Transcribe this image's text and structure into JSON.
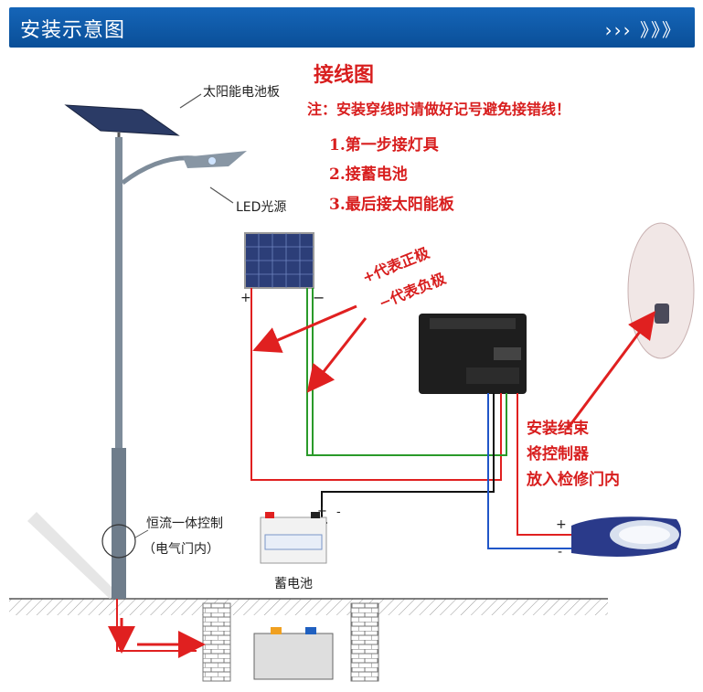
{
  "header": {
    "title": "安装示意图",
    "arrows": "›››  》》》"
  },
  "labels": {
    "solar_panel": "太阳能电池板",
    "led_source": "LED光源",
    "controller_inside": "恒流一体控制",
    "controller_loc": "（电气门内）",
    "battery": "蓄电池",
    "panel_plus": "+",
    "panel_minus": "−",
    "bat_plus": "+",
    "bat_minus": "-",
    "lamp_plus": "+",
    "lamp_minus": "-"
  },
  "wiring": {
    "title": "接线图",
    "note": "注：安装穿线时请做好记号避免接错线！",
    "steps": [
      "1.第一步接灯具",
      "2.接蓄电池",
      "3.最后接太阳能板"
    ]
  },
  "legend": {
    "plus": "+代表正极",
    "minus": "−代表负极"
  },
  "finish": {
    "line1": "安装结束",
    "line2": "将控制器",
    "line3": "放入检修门内"
  },
  "colors": {
    "header_bg": "#0d5aa8",
    "red": "#d81e1e",
    "green": "#2a9a2a",
    "blue": "#2056c8",
    "black": "#111111"
  }
}
